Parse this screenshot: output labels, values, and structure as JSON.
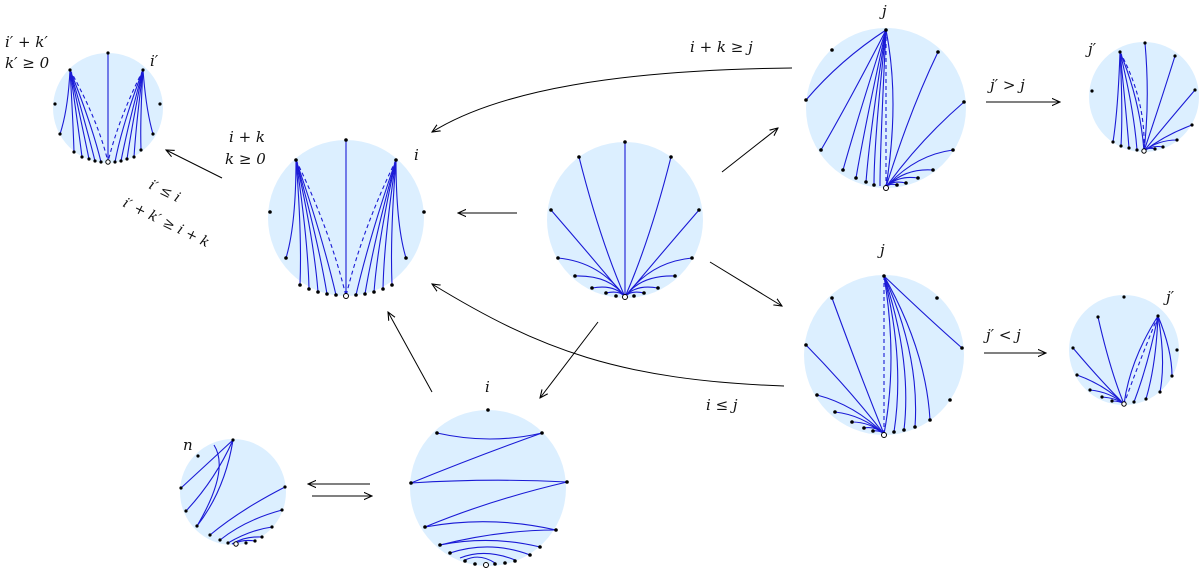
{
  "labels": {
    "i": "i",
    "j": "j",
    "n": "n",
    "i_prime": "i′",
    "j_prime": "j′",
    "i_plus_k": "i + k",
    "k_geq_0": "k ≥ 0",
    "i_plus_k_geq_j": "i + k ≥ j",
    "i_leq_j": "i ≤ j",
    "j_prime_gt_j": "j′ > j",
    "j_prime_lt_j": "j′ < j",
    "i_prime_plus_k_prime": "i′ + k′",
    "k_prime_geq_0": "k′ ≥ 0",
    "i_prime_leq_i": "i′ ≤ i",
    "i_prime_plus_k_prime_geq_i_plus_k": "i′ + k′ ≥ i + k"
  },
  "colors": {
    "disk_fill": "#dcefff",
    "chord_stroke": "#1a1ad6",
    "arrow_stroke": "#000000"
  }
}
